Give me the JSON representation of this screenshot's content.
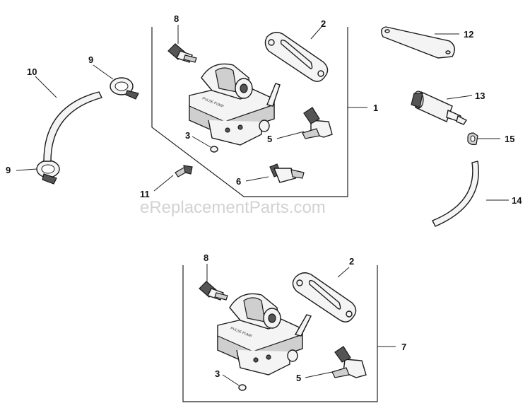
{
  "watermark": "eReplacementParts.com",
  "callouts": {
    "c1": "1",
    "c2a": "2",
    "c2b": "2",
    "c3a": "3",
    "c3b": "3",
    "c5a": "5",
    "c5b": "5",
    "c6": "6",
    "c7": "7",
    "c8a": "8",
    "c8b": "8",
    "c9a": "9",
    "c9b": "9",
    "c10": "10",
    "c11": "11",
    "c12": "12",
    "c13": "13",
    "c14": "14",
    "c15": "15"
  },
  "pump_label": "PULSE PUMP",
  "colors": {
    "line": "#1a1a1a",
    "watermark": "#d2d2d2",
    "background": "#ffffff"
  }
}
